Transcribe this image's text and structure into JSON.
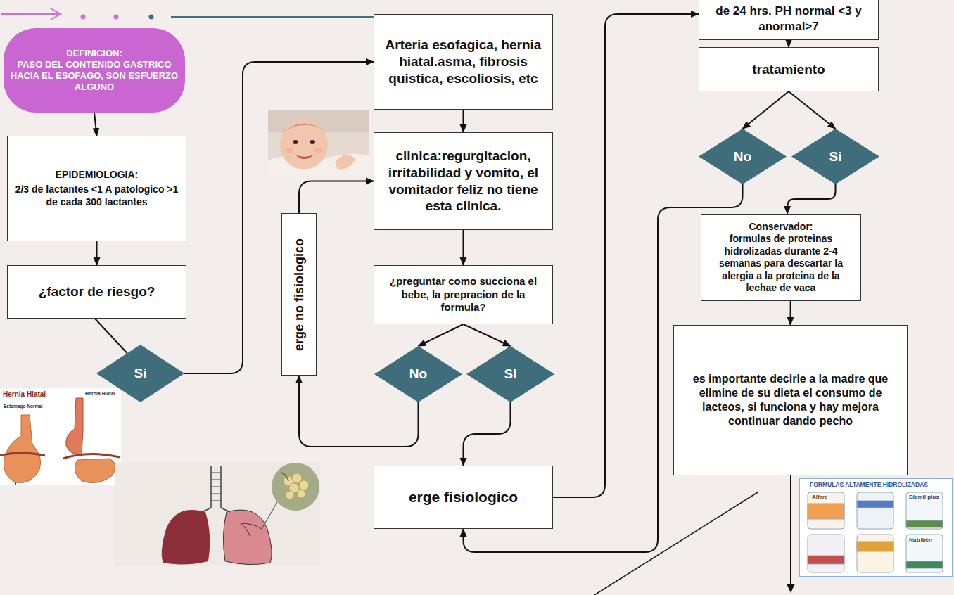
{
  "diagram": {
    "nodes": [
      {
        "text": [
          "DEFINICION:",
          "PASO DEL CONTENIDO GASTRICO HACIA EL ESOFAGO, SON ESFUERZO ALGUNO"
        ]
      },
      {
        "text": [
          "EPIDEMIOLOGIA:",
          "2/3 de lactantes <1 A patologico >1 de cada 300 lactantes"
        ]
      },
      {
        "text": [
          "¿factor de riesgo?"
        ]
      },
      {
        "text": [
          "Si"
        ]
      },
      {
        "text": [
          "Arteria esofagica, hernia hiatal.asma, fibrosis quistica, escoliosis, etc"
        ]
      },
      {
        "text": [
          "clinica:regurgitacion, irritabilidad y vomito, el vomitador feliz no tiene esta clinica."
        ]
      },
      {
        "text": [
          "¿preguntar como succiona el bebe, la prepracion de la formula?"
        ]
      },
      {
        "text": [
          "No"
        ]
      },
      {
        "text": [
          "Si"
        ]
      },
      {
        "text": [
          "erge no fisiologico"
        ]
      },
      {
        "text": [
          "erge fisiologico"
        ]
      },
      {
        "text": [
          "de 24 hrs. PH normal <3 y anormal>7"
        ]
      },
      {
        "text": [
          "tratamiento"
        ]
      },
      {
        "text": [
          "No"
        ]
      },
      {
        "text": [
          "Si"
        ]
      },
      {
        "text": [
          "Conservador:",
          "formulas de proteinas hidrolizadas durante 2-4 semanas para descartar la alergia a la proteina de la lechae de vaca"
        ]
      },
      {
        "text": [
          "es importante decirle a la madre que elimine de su dieta el consumo de lacteos, si funciona y hay mejora continuar dando pecho"
        ]
      }
    ],
    "edges": [
      {
        "from": 0,
        "to": 1,
        "arrow": "to"
      },
      {
        "from": 1,
        "to": 2,
        "arrow": "to"
      },
      {
        "from": 2,
        "to": 3,
        "arrow": "none"
      },
      {
        "from": 3,
        "to": 4,
        "arrow": "to"
      },
      {
        "from": 4,
        "to": 5,
        "arrow": "to"
      },
      {
        "from": 5,
        "to": 6,
        "arrow": "to"
      },
      {
        "from": 6,
        "to": 7,
        "arrow": "to"
      },
      {
        "from": 6,
        "to": 8,
        "arrow": "to"
      },
      {
        "from": 7,
        "to": 9,
        "arrow": "to"
      },
      {
        "from": 9,
        "to": 5,
        "arrow": "to"
      },
      {
        "from": 8,
        "to": 10,
        "arrow": "to"
      },
      {
        "from": 10,
        "to": 11,
        "arrow": "to"
      },
      {
        "from": 11,
        "to": 12,
        "arrow": "to"
      },
      {
        "from": 12,
        "to": 13,
        "arrow": "to"
      },
      {
        "from": 12,
        "to": 14,
        "arrow": "to"
      },
      {
        "from": 13,
        "to": 10,
        "arrow": "to"
      },
      {
        "from": 14,
        "to": 15,
        "arrow": "to"
      },
      {
        "from": 15,
        "to": 16,
        "arrow": "to"
      }
    ],
    "labels": [
      "Hernia Hiatal",
      "Estomago Normal",
      "Hernia Hiatal",
      "FORMULAS ALTAMENTE HIDROLIZADAS",
      "Alfaré",
      "Blemil plus",
      "Nutribén"
    ]
  }
}
